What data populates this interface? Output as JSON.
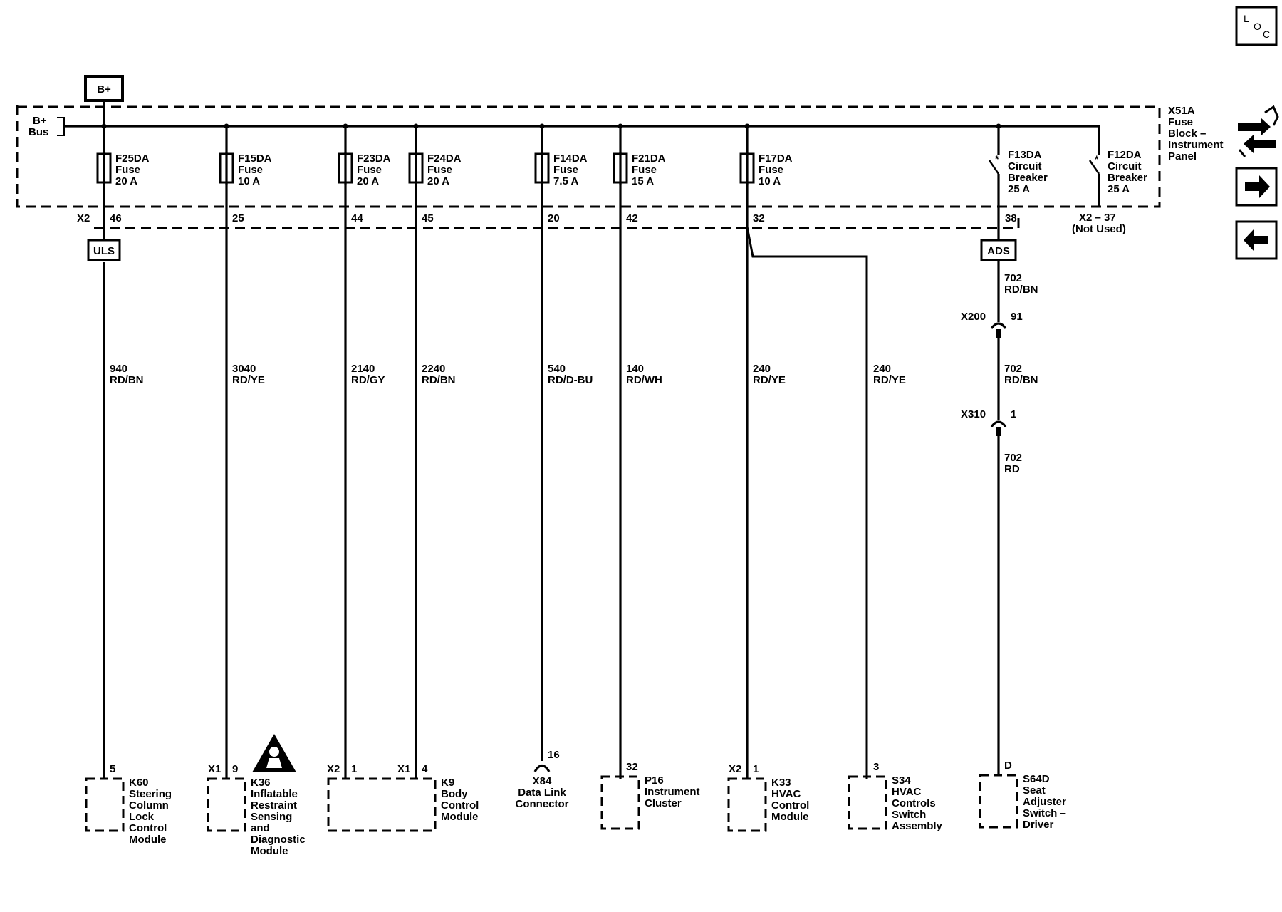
{
  "bplus_label": "B+",
  "bus_label": [
    "B+",
    "Bus"
  ],
  "fuse_block_label": [
    "X51A",
    "Fuse",
    "Block –",
    "Instrument",
    "Panel"
  ],
  "x2_label": "X2",
  "not_used_label": [
    "X2 – 37",
    "(Not Used)"
  ],
  "splice_uls": "ULS",
  "splice_ads": "ADS",
  "loc_letters": [
    "L",
    "O",
    "C"
  ],
  "fuses": [
    {
      "name": "F25DA",
      "type": "Fuse",
      "rating": "20 A",
      "pin": "46",
      "circuit": "940",
      "color": "RD/BN"
    },
    {
      "name": "F15DA",
      "type": "Fuse",
      "rating": "10 A",
      "pin": "25",
      "circuit": "3040",
      "color": "RD/YE"
    },
    {
      "name": "F23DA",
      "type": "Fuse",
      "rating": "20 A",
      "pin": "44",
      "circuit": "2140",
      "color": "RD/GY"
    },
    {
      "name": "F24DA",
      "type": "Fuse",
      "rating": "20 A",
      "pin": "45",
      "circuit": "2240",
      "color": "RD/BN"
    },
    {
      "name": "F14DA",
      "type": "Fuse",
      "rating": "7.5 A",
      "pin": "20",
      "circuit": "540",
      "color": "RD/D-BU"
    },
    {
      "name": "F21DA",
      "type": "Fuse",
      "rating": "15 A",
      "pin": "42",
      "circuit": "140",
      "color": "RD/WH"
    },
    {
      "name": "F17DA",
      "type": "Fuse",
      "rating": "10 A",
      "pin": "32",
      "circuit": "240",
      "color": "RD/YE"
    }
  ],
  "f17_branch": {
    "circuit": "240",
    "color": "RD/YE"
  },
  "breakers": [
    {
      "name": "F13DA",
      "type": "Circuit",
      "type2": "Breaker",
      "rating": "25 A",
      "pin": "38"
    },
    {
      "name": "F12DA",
      "type": "Circuit",
      "type2": "Breaker",
      "rating": "25 A"
    }
  ],
  "ads_chain": [
    {
      "circuit": "702",
      "color": "RD/BN"
    },
    {
      "connector": "X200",
      "pin": "91"
    },
    {
      "circuit": "702",
      "color": "RD/BN"
    },
    {
      "connector": "X310",
      "pin": "1"
    },
    {
      "circuit": "702",
      "color": "RD"
    }
  ],
  "components": [
    {
      "pin": "5",
      "lines": [
        "K60",
        "Steering",
        "Column",
        "Lock",
        "Control",
        "Module"
      ]
    },
    {
      "conn": "X1",
      "pin": "9",
      "lines": [
        "K36",
        "Inflatable",
        "Restraint",
        "Sensing",
        "and",
        "Diagnostic",
        "Module"
      ]
    },
    {
      "conn": "X2",
      "pin": "1",
      "conn2": "X1",
      "pin2": "4",
      "lines": [
        "K9",
        "Body",
        "Control",
        "Module"
      ]
    },
    {
      "pin": "16",
      "lines": [
        "X84",
        "Data Link",
        "Connector"
      ]
    },
    {
      "pin": "32",
      "lines": [
        "P16",
        "Instrument",
        "Cluster"
      ]
    },
    {
      "conn": "X2",
      "pin": "1",
      "lines": [
        "K33",
        "HVAC",
        "Control",
        "Module"
      ]
    },
    {
      "pin": "3",
      "lines": [
        "S34",
        "HVAC",
        "Controls",
        "Switch",
        "Assembly"
      ]
    },
    {
      "pin": "D",
      "lines": [
        "S64D",
        "Seat",
        "Adjuster",
        "Switch –",
        "Driver"
      ]
    }
  ],
  "nav_icons": [
    "location-icon",
    "connector-swap-icon",
    "next-arrow-icon",
    "previous-arrow-icon"
  ]
}
